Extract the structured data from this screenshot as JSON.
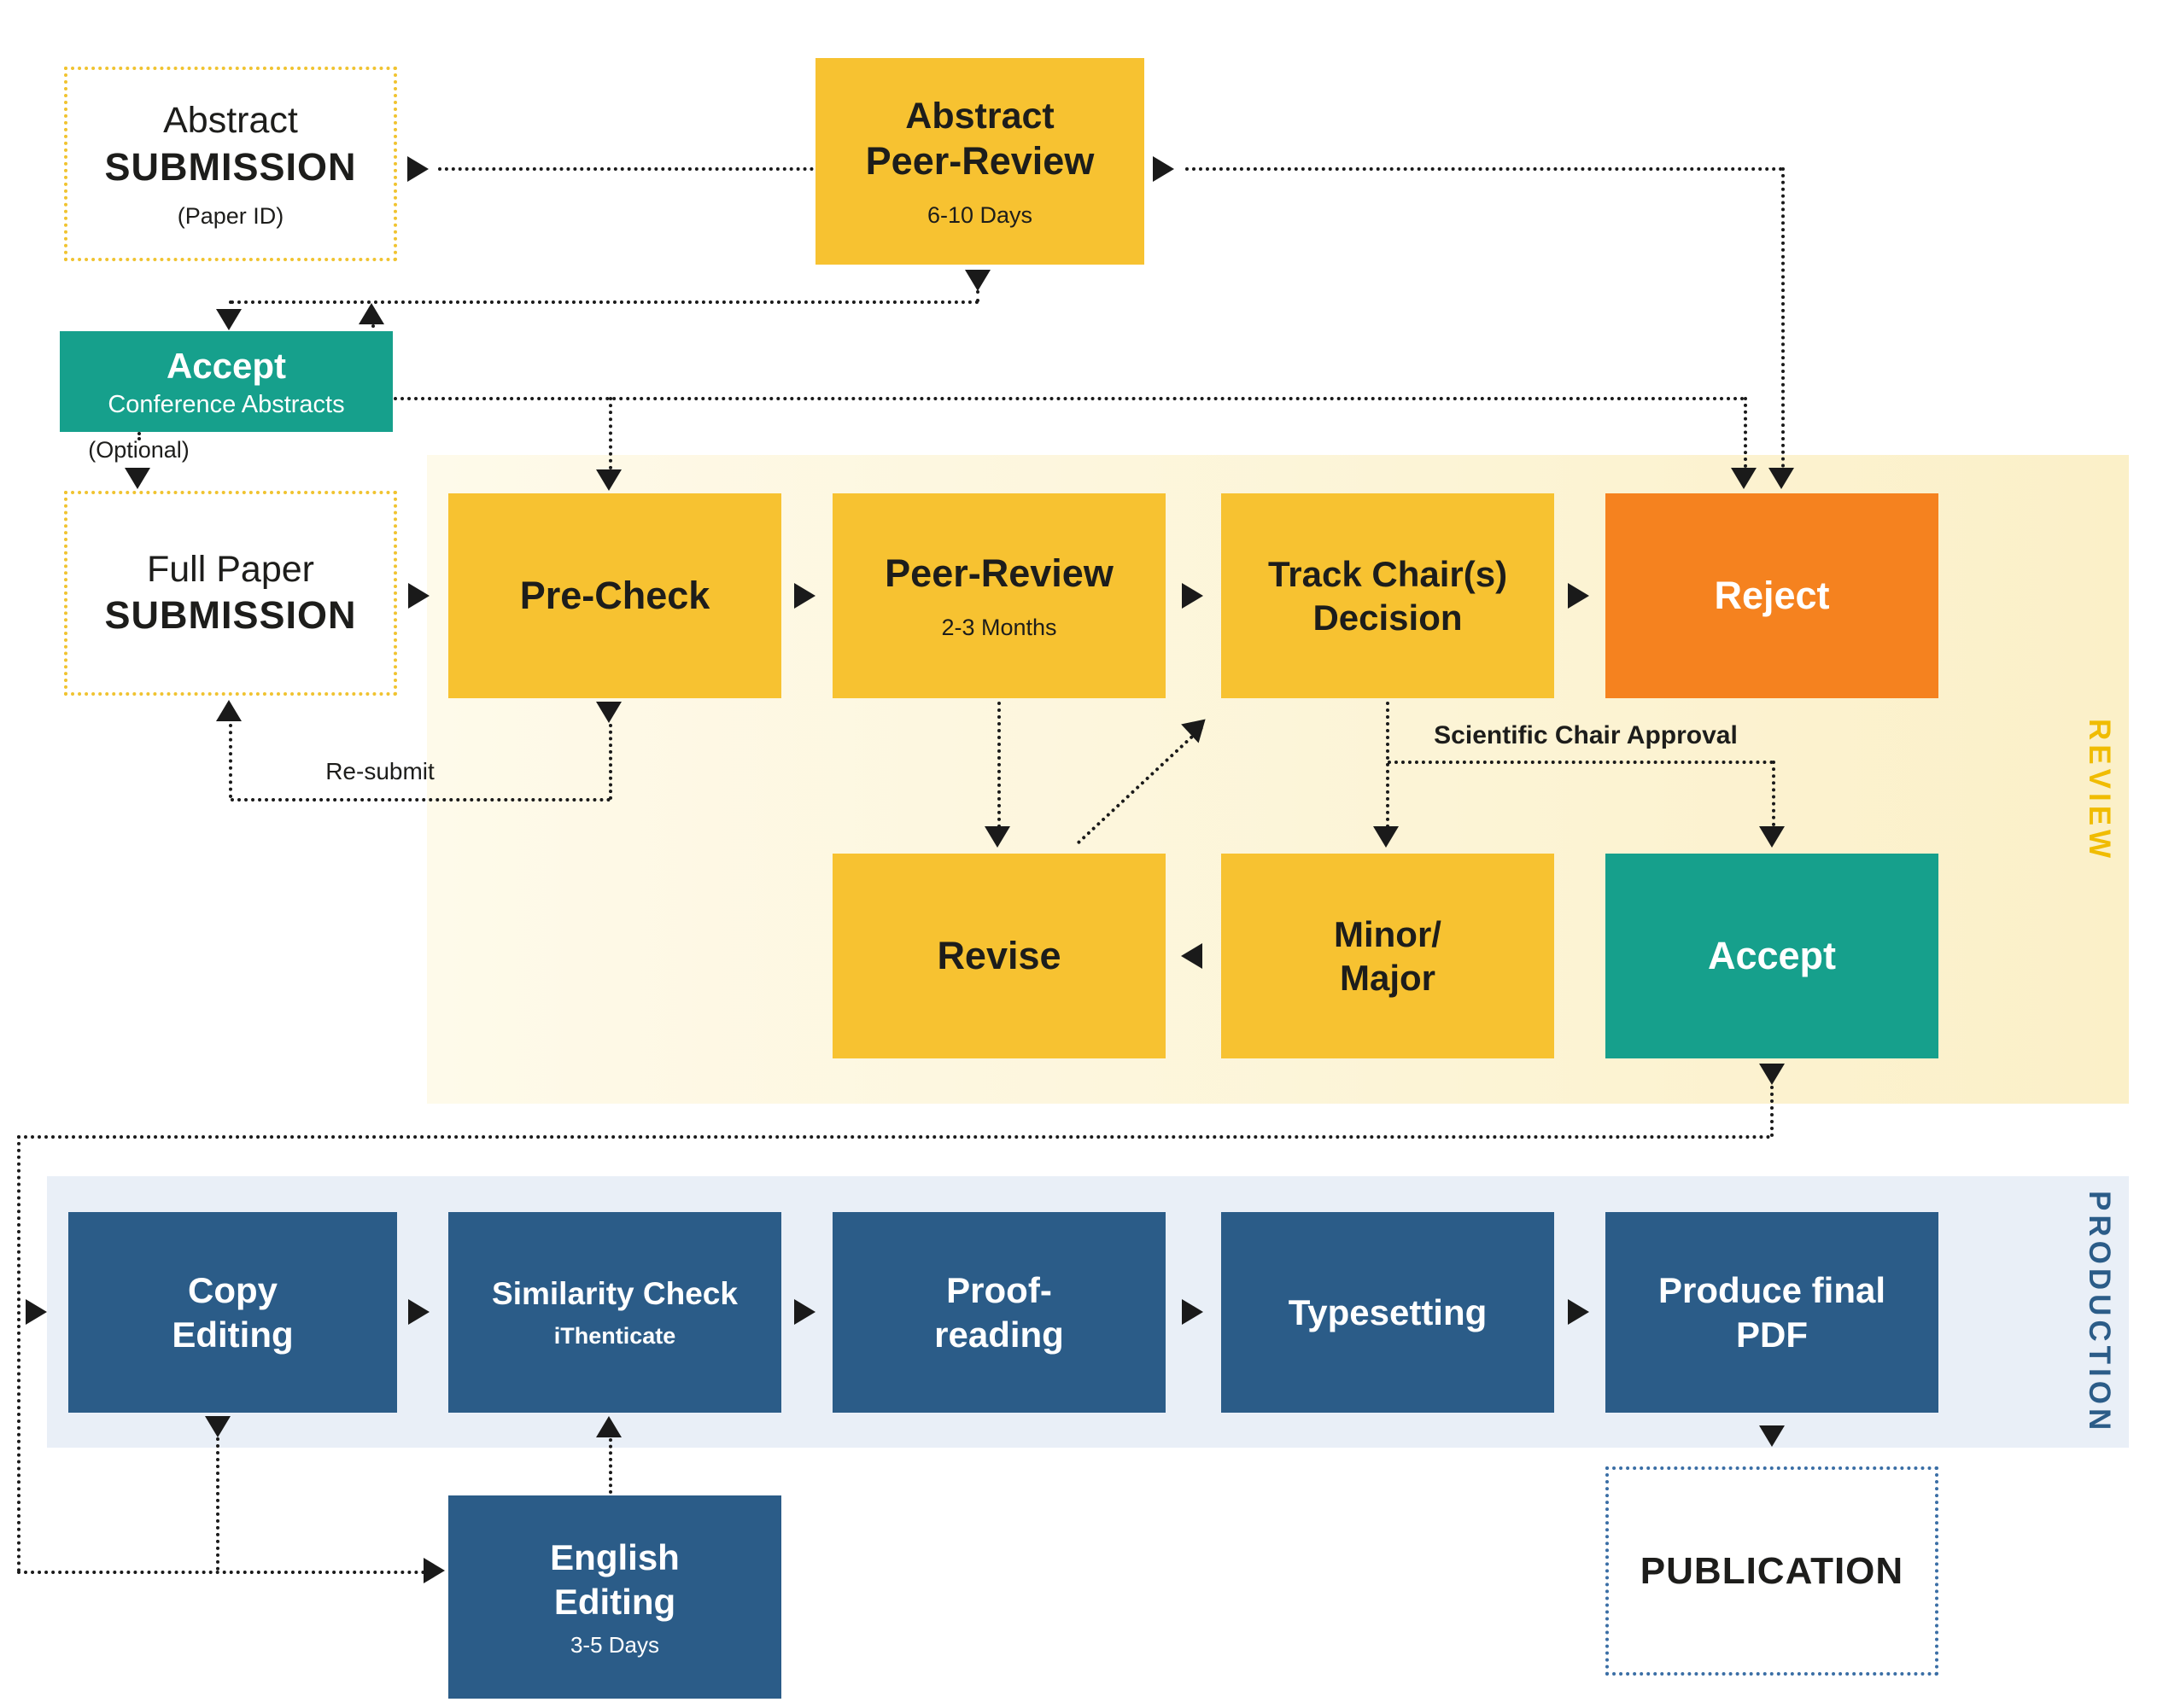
{
  "colors": {
    "yellow_box": "#F7C231",
    "orange_box": "#F5821F",
    "teal_box": "#16A08C",
    "blue_box": "#2B5C88",
    "review_band_start": "#FEFAEA",
    "review_band_end": "#FBF0C8",
    "production_band": "#E9EFF7",
    "dotted_yellow_border": "#F0C330",
    "dotted_blue_border": "#3A6EA5",
    "arrow_color": "#1A1A1A",
    "review_label_color": "#F0BC00",
    "production_label_color": "#2B5C88"
  },
  "bands": {
    "review": {
      "label": "REVIEW"
    },
    "production": {
      "label": "PRODUCTION"
    }
  },
  "nodes": {
    "abstract_submission": {
      "line1": "Abstract",
      "line2": "SUBMISSION",
      "note": "(Paper ID)"
    },
    "abstract_peer_review": {
      "line1": "Abstract",
      "line2": "Peer-Review",
      "note": "6-10 Days"
    },
    "accept_abstracts": {
      "title": "Accept",
      "subtitle": "Conference Abstracts"
    },
    "full_paper_submission": {
      "line1": "Full Paper",
      "line2": "SUBMISSION"
    },
    "pre_check": {
      "title": "Pre-Check"
    },
    "peer_review": {
      "title": "Peer-Review",
      "note": "2-3 Months"
    },
    "track_chair_decision": {
      "line1": "Track Chair(s)",
      "line2": "Decision"
    },
    "reject": {
      "title": "Reject"
    },
    "revise": {
      "title": "Revise"
    },
    "minor_major": {
      "line1": "Minor/",
      "line2": "Major"
    },
    "accept": {
      "title": "Accept"
    },
    "copy_editing": {
      "line1": "Copy",
      "line2": "Editing"
    },
    "similarity_check": {
      "title": "Similarity Check",
      "note": "iThenticate"
    },
    "proof_reading": {
      "line1": "Proof-",
      "line2": "reading"
    },
    "typesetting": {
      "title": "Typesetting"
    },
    "produce_final_pdf": {
      "line1": "Produce final",
      "line2": "PDF"
    },
    "english_editing": {
      "line1": "English",
      "line2": "Editing",
      "note": "3-5 Days"
    },
    "publication": {
      "title": "PUBLICATION"
    }
  },
  "labels": {
    "optional": "(Optional)",
    "resubmit": "Re-submit",
    "scientific_chair_approval": "Scientific Chair Approval"
  }
}
